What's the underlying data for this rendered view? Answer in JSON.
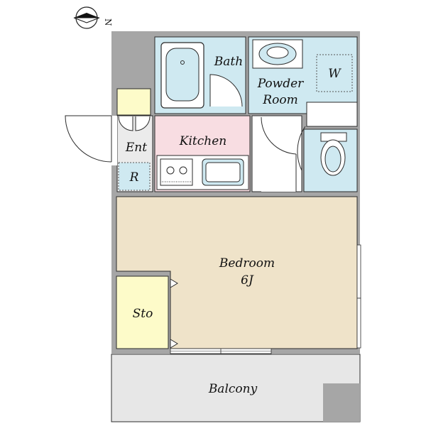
{
  "compass": {
    "label": "N",
    "icon": "north-arrow-icon"
  },
  "rooms": {
    "bath": "Bath",
    "powder_room_line1": "Powder",
    "powder_room_line2": "Room",
    "washer": "W",
    "kitchen": "Kitchen",
    "entrance": "Ent",
    "refrigerator": "R",
    "bedroom": "Bedroom",
    "bedroom_size": "6J",
    "storage": "Sto",
    "balcony": "Balcony"
  },
  "colors": {
    "wall": "#a6a6a6",
    "wet_area": "#cfe9f1",
    "kitchen": "#f8dde2",
    "bedroom": "#efe3c9",
    "storage": "#fdfbc9",
    "entrance": "#ebebeb",
    "balcony": "#e7e7e7",
    "outline": "#2b2b2b"
  }
}
